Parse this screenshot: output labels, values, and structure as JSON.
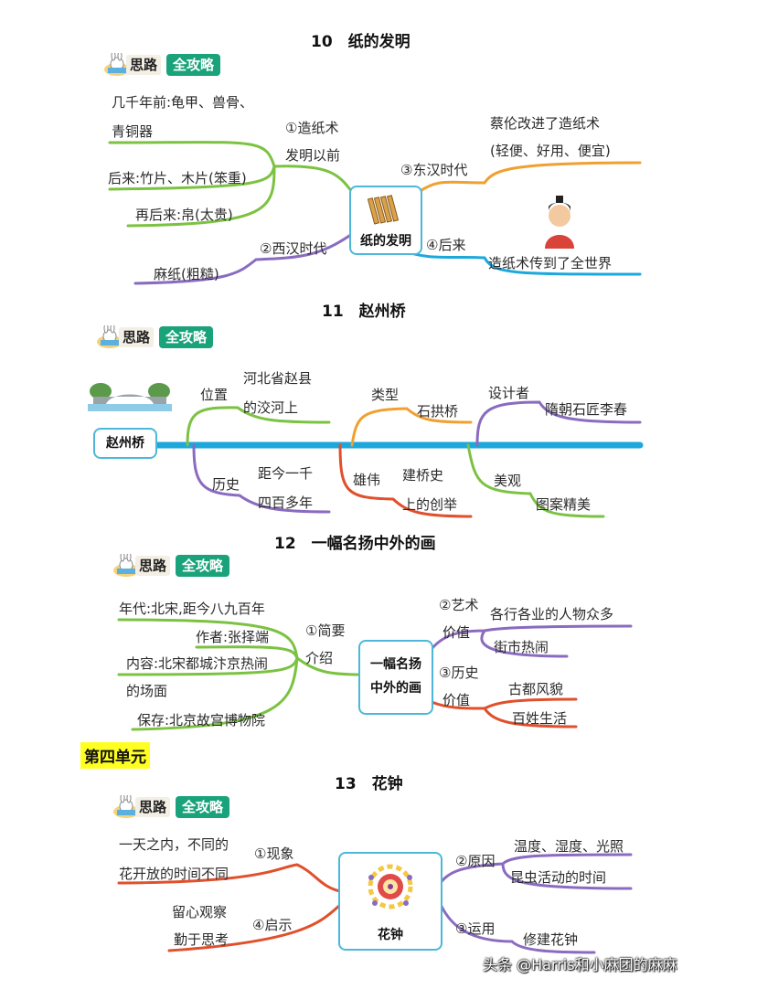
{
  "badge": {
    "silu": "思路",
    "quan": "全攻略"
  },
  "s10": {
    "title": "10　纸的发明",
    "center": "纸的发明",
    "b1_label_1": "①造纸术",
    "b1_label_2": "发明以前",
    "b1_items": [
      "几千年前:龟甲、兽骨、",
      "青铜器",
      "后来:竹片、木片(笨重)",
      "再后来:帛(太贵)"
    ],
    "b2_label": "②西汉时代",
    "b2_item": "麻纸(粗糙)",
    "b3_label": "③东汉时代",
    "b3_items": [
      "蔡伦改进了造纸术",
      "(轻便、好用、便宜)"
    ],
    "b4_label": "④后来",
    "b4_item": "造纸术传到了全世界"
  },
  "s11": {
    "title": "11　赵州桥",
    "center": "赵州桥",
    "pos_label": "位置",
    "pos_items": [
      "河北省赵县",
      "的洨河上"
    ],
    "hist_label": "历史",
    "hist_items": [
      "距今一千",
      "四百多年"
    ],
    "type_label": "类型",
    "type_item": "石拱桥",
    "grand_label": "雄伟",
    "grand_items": [
      "建桥史",
      "上的创举"
    ],
    "designer_label": "设计者",
    "designer_item": "隋朝石匠李春",
    "beauty_label": "美观",
    "beauty_item": "图案精美"
  },
  "s12": {
    "title": "12　一幅名扬中外的画",
    "center_1": "一幅名扬",
    "center_2": "中外的画",
    "b1_label_1": "①简要",
    "b1_label_2": "介绍",
    "b1_items": [
      "年代:北宋,距今八九百年",
      "作者:张择端",
      "内容:北宋都城汴京热闹",
      "的场面",
      "保存:北京故宫博物院"
    ],
    "b2_label_1": "②艺术",
    "b2_label_2": "价值",
    "b2_items": [
      "各行各业的人物众多",
      "街市热闹"
    ],
    "b3_label_1": "③历史",
    "b3_label_2": "价值",
    "b3_items": [
      "古都风貌",
      "百姓生活"
    ]
  },
  "unit4": "第四单元",
  "s13": {
    "title": "13　花钟",
    "center": "花钟",
    "b1_label": "①现象",
    "b1_items": [
      "一天之内，不同的",
      "花开放的时间不同"
    ],
    "b4_label": "④启示",
    "b4_items": [
      "留心观察",
      "勤于思考"
    ],
    "b2_label": "②原因",
    "b2_items": [
      "温度、湿度、光照",
      "昆虫活动的时间"
    ],
    "b3_label": "③运用",
    "b3_item": "修建花钟"
  },
  "watermark": "头条 @Harris和小麻团的麻麻",
  "colors": {
    "green": "#7cc242",
    "purple": "#8a6bbf",
    "orange": "#f0a030",
    "blue": "#1da8dc",
    "red": "#e0502c",
    "teal_badge": "#1aa37a",
    "box_border": "#4cb8d9"
  }
}
